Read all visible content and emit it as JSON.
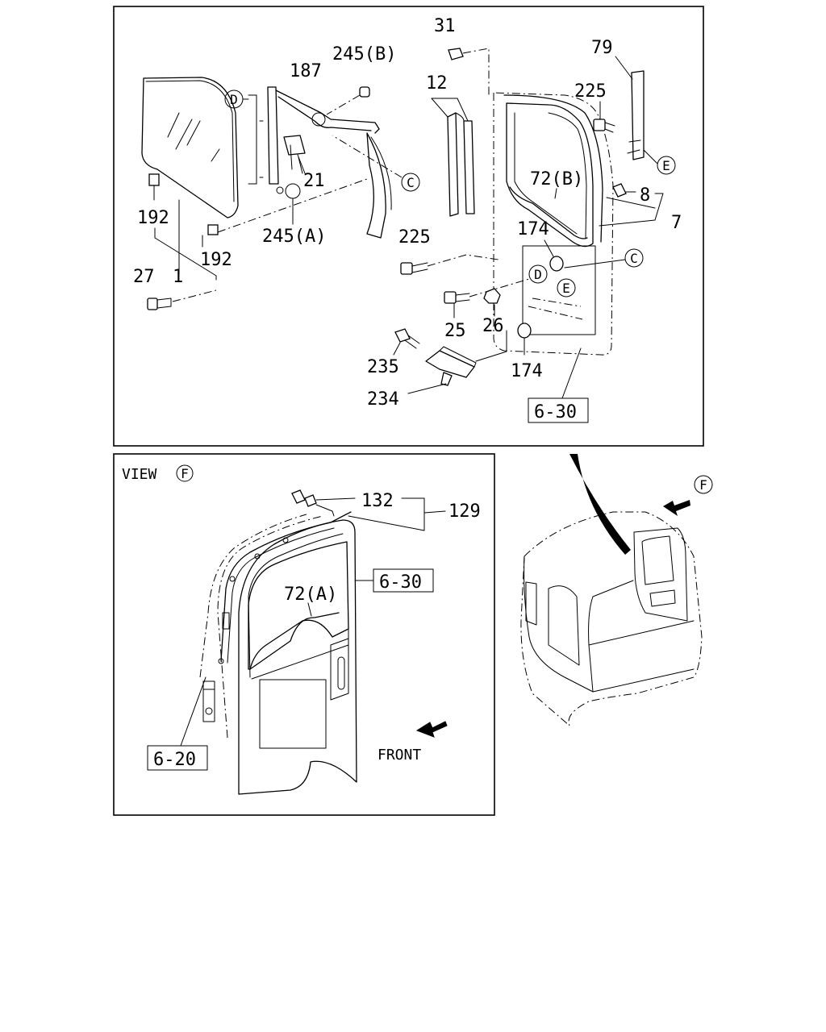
{
  "top_panel": {
    "labels": {
      "l31": "31",
      "l79": "79",
      "l245b": "245(B)",
      "l187": "187",
      "l12": "12",
      "l225a": "225",
      "lD1": "D",
      "lE1": "E",
      "l72b": "72(B)",
      "l8": "8",
      "l7": "7",
      "l21": "21",
      "lC1": "C",
      "l192a": "192",
      "l245a": "245(A)",
      "l174a": "174",
      "l225b": "225",
      "lC2": "C",
      "l192b": "192",
      "lD2": "D",
      "lE2": "E",
      "l27": "27",
      "l1": "1",
      "l25": "25",
      "l26": "26",
      "l235": "235",
      "l174b": "174",
      "l234": "234",
      "ref630": "6-30"
    }
  },
  "view_panel": {
    "title": "VIEW",
    "title_circle": "F",
    "labels": {
      "l132": "132",
      "l129": "129",
      "ref630": "6-30",
      "l72a": "72(A)",
      "ref620": "6-20",
      "front": "FRONT"
    }
  },
  "cab_view": {
    "label": "F"
  },
  "icons": {
    "arrow": "arrow-icon"
  }
}
